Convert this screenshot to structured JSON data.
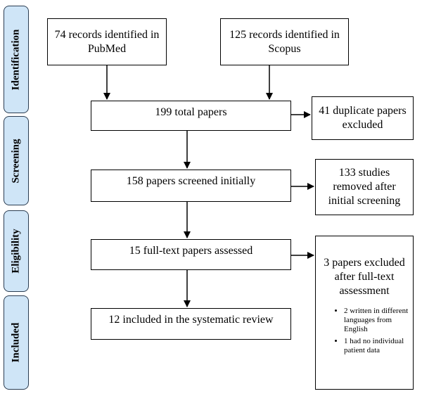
{
  "phases": {
    "identification": "Identification",
    "screening": "Screening",
    "eligibility": "Eligibility",
    "included": "Included"
  },
  "boxes": {
    "pubmed": "74 records identified in PubMed",
    "scopus": "125 records identified in Scopus",
    "total": "199 total papers",
    "duplicates": "41 duplicate papers excluded",
    "screened": "158 papers screened initially",
    "removed_screening": "133 studies removed after initial screening",
    "fulltext": "15 full-text papers assessed",
    "included": "12 included in the systematic review"
  },
  "fulltext_exclusion": {
    "title": "3 papers excluded after full-text assessment",
    "reasons": [
      "2 written in different languages from English",
      "1 had no individual patient data"
    ]
  }
}
